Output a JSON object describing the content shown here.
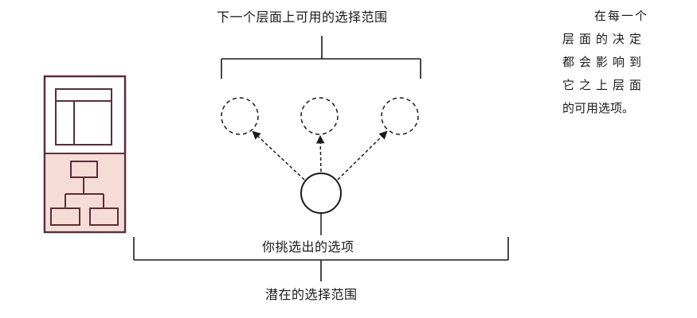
{
  "diagram": {
    "top_label": "下一个层面上可用的选择范围",
    "chosen_label": "你挑选出的选项",
    "bottom_label": "潜在的选择范围"
  },
  "side_note": {
    "lines": [
      "在每一个",
      "层面的决定",
      "都会影响到",
      "它之上层面",
      "的可用选项。"
    ]
  },
  "colors": {
    "strategy_plane_fill": "#ffffff",
    "scope_plane_fill": "#f6dcd6",
    "plane_border": "#5a2e3a",
    "line": "#1a1a1a"
  }
}
